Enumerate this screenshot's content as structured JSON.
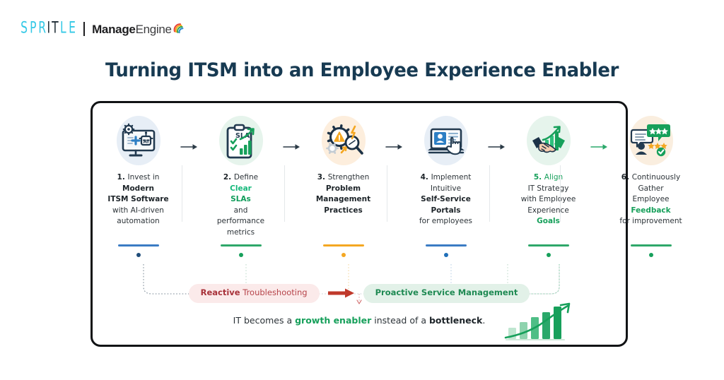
{
  "brand": {
    "spritle": {
      "letters": [
        {
          "ch": "S",
          "color": "#32c8e6"
        },
        {
          "ch": "P",
          "color": "#32c8e6"
        },
        {
          "ch": "R",
          "color": "#32c8e6"
        },
        {
          "ch": "I",
          "color": "#1d2a33"
        },
        {
          "ch": "T",
          "color": "#1d2a33"
        },
        {
          "ch": "L",
          "color": "#32c8e6"
        },
        {
          "ch": "E",
          "color": "#32c8e6"
        }
      ],
      "text": "SPRITLE"
    },
    "manageengine": {
      "bold": "Manage",
      "light": "Engine",
      "icon": "swirl-icon"
    },
    "divider": "brand-divider"
  },
  "title": "Turning ITSM into an Employee Experience Enabler",
  "steps": [
    {
      "num": "1.",
      "lines": [
        {
          "text": "Invest in",
          "bold": false,
          "color": "#2c3338"
        },
        {
          "text": "Modern",
          "bold": true,
          "color": "#1d2429"
        },
        {
          "text": "ITSM Software",
          "bold": true,
          "color": "#1d2429"
        },
        {
          "text": "with AI-driven",
          "bold": false,
          "color": "#2c3338"
        },
        {
          "text": "automation",
          "bold": false,
          "color": "#2c3338"
        }
      ],
      "icon": "monitor-gear-ai-icon",
      "blob": "#e7eef6",
      "bar_color": "#3b7cc4",
      "dot_color": "#1f4d7a",
      "arrow_after": "#2b3a46"
    },
    {
      "num": "2.",
      "lines": [
        {
          "text": "Define",
          "bold": false,
          "color": "#2c3338"
        },
        {
          "text": "Clear",
          "bold": true,
          "color": "#14b87a"
        },
        {
          "text": "SLAs",
          "bold": true,
          "color": "#0f9c5a"
        },
        {
          "text": "and",
          "bold": false,
          "color": "#2c3338"
        },
        {
          "text": "performance",
          "bold": false,
          "color": "#2c3338"
        },
        {
          "text": "metrics",
          "bold": false,
          "color": "#2c3338"
        }
      ],
      "icon": "clipboard-sla-chart-icon",
      "blob": "#e6f4ec",
      "bar_color": "#2fa86a",
      "dot_color": "#17a05b",
      "arrow_after": "#2b3a46"
    },
    {
      "num": "3.",
      "lines": [
        {
          "text": "Strengthen",
          "bold": false,
          "color": "#2c3338"
        },
        {
          "text": "Problem",
          "bold": true,
          "color": "#1d2429"
        },
        {
          "text": "Management",
          "bold": true,
          "color": "#1d2429"
        },
        {
          "text": "Practices",
          "bold": true,
          "color": "#1d2429"
        }
      ],
      "icon": "gear-warning-magnifier-icon",
      "blob": "#fdeedd",
      "bar_color": "#f4a722",
      "dot_color": "#f4a722",
      "arrow_after": "#2b3a46"
    },
    {
      "num": "4.",
      "lines": [
        {
          "text": "Implement",
          "bold": false,
          "color": "#2c3338"
        },
        {
          "text": "Intuitive",
          "bold": false,
          "color": "#2c3338"
        },
        {
          "text": "Self-Service",
          "bold": true,
          "color": "#1d2429"
        },
        {
          "text": "Portals",
          "bold": true,
          "color": "#1d2429"
        },
        {
          "text": "for employees",
          "bold": false,
          "color": "#2c3338"
        }
      ],
      "icon": "laptop-profile-cursor-icon",
      "blob": "#e7eef6",
      "bar_color": "#3b7cc4",
      "dot_color": "#1f6fb8",
      "arrow_after": "#2b3a46"
    },
    {
      "num": "5.",
      "lines": [
        {
          "text": "Align",
          "bold": false,
          "color": "#17a05b"
        },
        {
          "text": "IT Strategy",
          "bold": false,
          "color": "#2c3338"
        },
        {
          "text": "with Employee",
          "bold": false,
          "color": "#2c3338"
        },
        {
          "text": "Experience",
          "bold": false,
          "color": "#2c3338"
        },
        {
          "text": "Goals",
          "bold": true,
          "color": "#17a05b"
        }
      ],
      "icon": "handshake-growth-icon",
      "blob": "#e6f4ec",
      "bar_color": "#2fa86a",
      "dot_color": "#17a05b",
      "arrow_after": "#2aa86a"
    },
    {
      "num": "6.",
      "lines": [
        {
          "text": "Continuously",
          "bold": false,
          "color": "#2c3338"
        },
        {
          "text": "Gather",
          "bold": false,
          "color": "#2c3338"
        },
        {
          "text": "Employee",
          "bold": false,
          "color": "#2c3338"
        },
        {
          "text": "Feedback",
          "bold": true,
          "color": "#17a05b"
        },
        {
          "text": "for improvement",
          "bold": false,
          "color": "#2c3338"
        }
      ],
      "icon": "feedback-stars-icon",
      "blob": "#faeedf",
      "bar_color": "#2fa86a",
      "dot_color": "#17a05b",
      "arrow_after": null
    }
  ],
  "flow": {
    "reactive": {
      "bold": "Reactive",
      "rest": " Troubleshooting"
    },
    "arrow": "red-arrow-icon",
    "proactive": "Proactive Service Management"
  },
  "tagline": {
    "pre": "IT becomes a ",
    "green": "growth enabler",
    "mid": " instead of a ",
    "dark": "bottleneck",
    "post": "."
  },
  "growth_icon": "green-growth-bars-icon",
  "colors": {
    "title": "#173a52",
    "border": "#111315",
    "green": "#17a05b",
    "blue": "#3b7cc4",
    "amber": "#f4a722",
    "red": "#c0392b",
    "cyan": "#32c8e6"
  }
}
